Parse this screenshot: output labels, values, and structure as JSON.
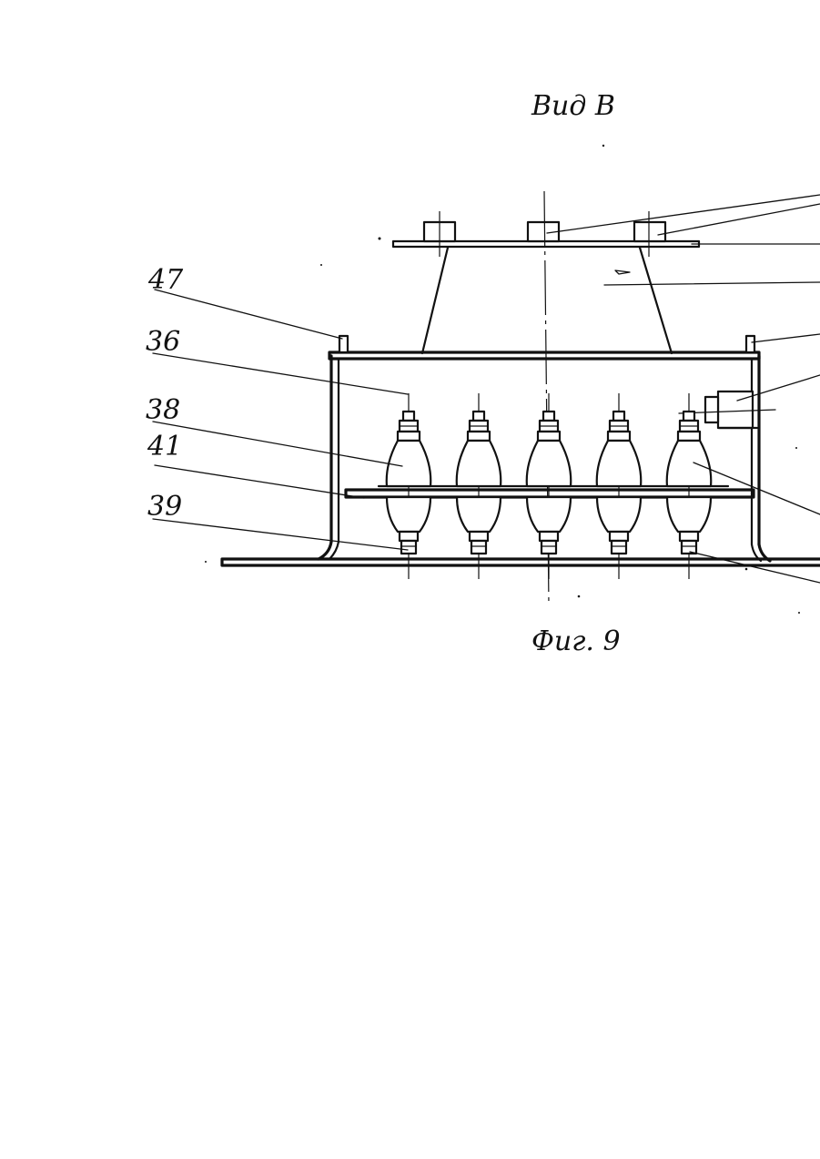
{
  "view_title": "Вид В",
  "figure_caption": "Фиг. 9",
  "reference_labels": {
    "r47": "47",
    "r36": "36",
    "r38": "38",
    "r41": "41",
    "r39": "39"
  },
  "insulator_count": 5
}
